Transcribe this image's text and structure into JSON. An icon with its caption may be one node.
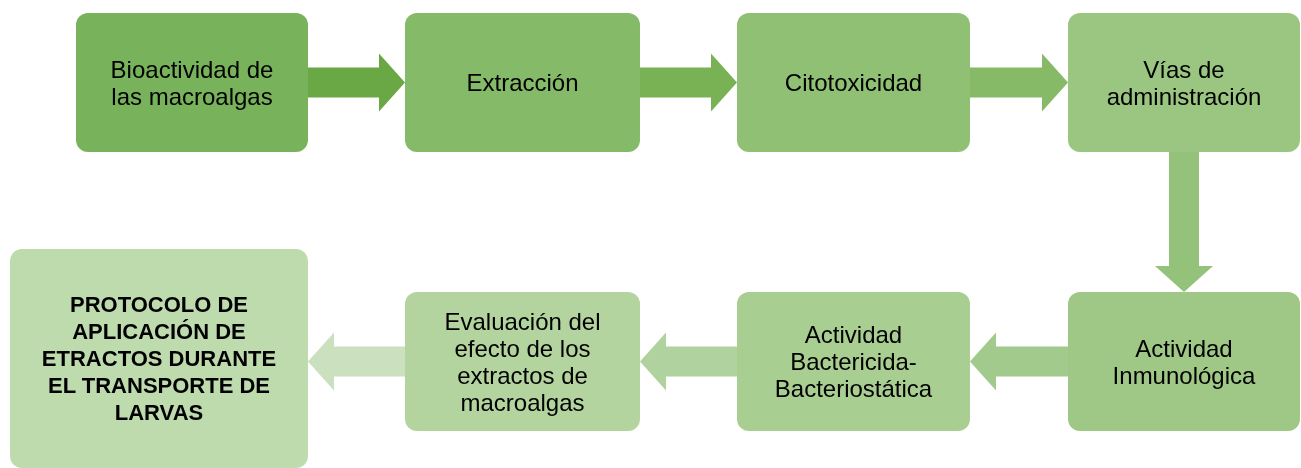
{
  "diagram": {
    "nodes": [
      {
        "text": [
          "Bioactividad de las macroalgas"
        ]
      },
      {
        "text": [
          "Extracción"
        ]
      },
      {
        "text": [
          "Citotoxicidad"
        ]
      },
      {
        "text": [
          "Vías de administración"
        ]
      },
      {
        "text": [
          "Actividad Inmunológica"
        ]
      },
      {
        "text": [
          "Actividad Bactericida-Bacteriostática"
        ]
      },
      {
        "text": [
          "Evaluación del efecto de los extractos de macroalgas"
        ]
      },
      {
        "text": [
          "PROTOCOLO DE APLICACIÓN DE ETRACTOS DURANTE EL TRANSPORTE DE LARVAS"
        ]
      }
    ],
    "edges": [
      {
        "from": 0,
        "to": 1,
        "arrow": "to",
        "color": "#6aa845"
      },
      {
        "from": 1,
        "to": 2,
        "arrow": "to",
        "color": "#78b255"
      },
      {
        "from": 2,
        "to": 3,
        "arrow": "to",
        "color": "#86ba67"
      },
      {
        "from": 3,
        "to": 4,
        "arrow": "to",
        "color": "#94c27a"
      },
      {
        "from": 4,
        "to": 5,
        "arrow": "to",
        "color": "#a2ca8c"
      },
      {
        "from": 5,
        "to": 6,
        "arrow": "to",
        "color": "#b0d29f"
      },
      {
        "from": 6,
        "to": 7,
        "arrow": "to",
        "color": "#cbe0be"
      }
    ]
  }
}
